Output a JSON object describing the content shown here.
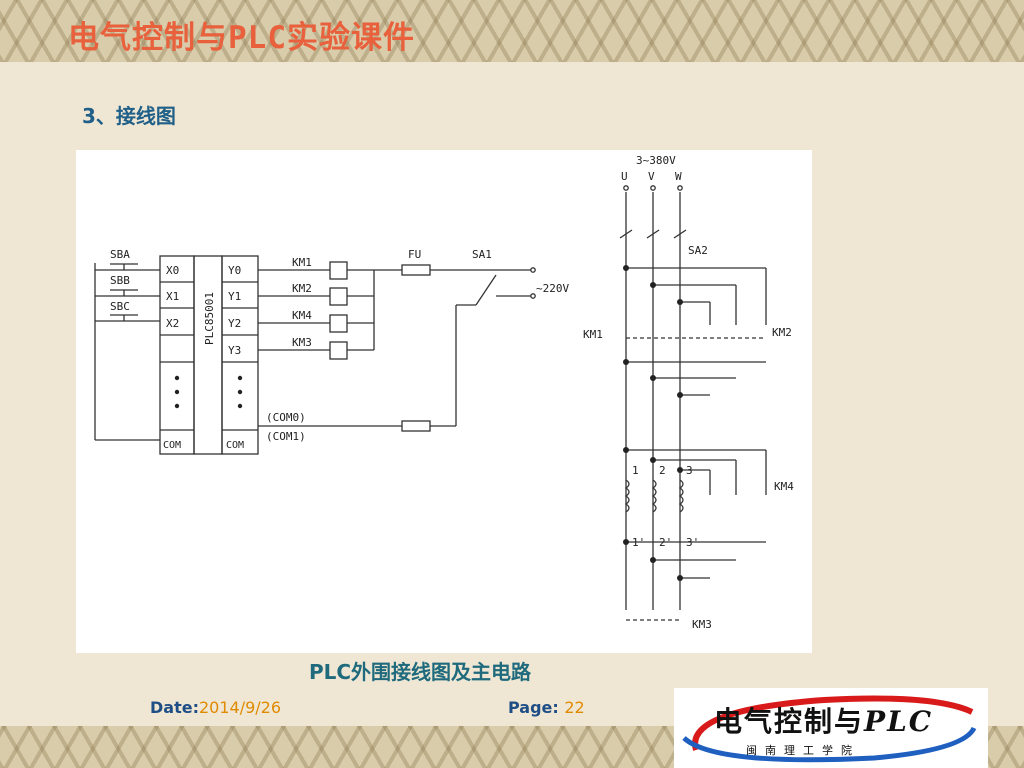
{
  "slide": {
    "title": "电气控制与PLC实验课件",
    "heading": "3、接线图",
    "caption": "PLC外围接线图及主电路",
    "date_label": "Date:",
    "date_value": "2014/9/26",
    "page_label": "Page:",
    "page_value": "22"
  },
  "logo": {
    "text_cn": "电气控制与",
    "text_plc": "PLC",
    "subtitle": "闽南理工学院"
  },
  "colors": {
    "title": "#e8603c",
    "heading": "#1f5f88",
    "caption": "#1f6a7c",
    "footer_label": "#1f4e86",
    "footer_value": "#e08a00",
    "logo_arc_red": "#d91a1a",
    "logo_arc_blue": "#1f5fc0"
  },
  "diagram": {
    "plc_model": "PLC85001",
    "inputs": [
      {
        "button": "SBA",
        "terminal": "X0"
      },
      {
        "button": "SBB",
        "terminal": "X1"
      },
      {
        "button": "SBC",
        "terminal": "X2"
      }
    ],
    "input_com": "COM",
    "outputs": [
      {
        "terminal": "Y0",
        "coil": "KM1"
      },
      {
        "terminal": "Y1",
        "coil": "KM2"
      },
      {
        "terminal": "Y2",
        "coil": "KM4"
      },
      {
        "terminal": "Y3",
        "coil": "KM3"
      }
    ],
    "output_com": "COM",
    "com0_label": "(COM0)",
    "com1_label": "(COM1)",
    "fuse": "FU",
    "switch_sa1": "SA1",
    "supply_ctrl": "~220V",
    "supply_main": "3~380V",
    "phases": [
      "U",
      "V",
      "W"
    ],
    "switch_sa2": "SA2",
    "km1_label": "KM1",
    "km2_label": "KM2",
    "km4_label": "KM4",
    "km3_label": "KM3",
    "windings": [
      "1",
      "2",
      "3"
    ],
    "windings_end": [
      "1'",
      "2'",
      "3'"
    ]
  }
}
